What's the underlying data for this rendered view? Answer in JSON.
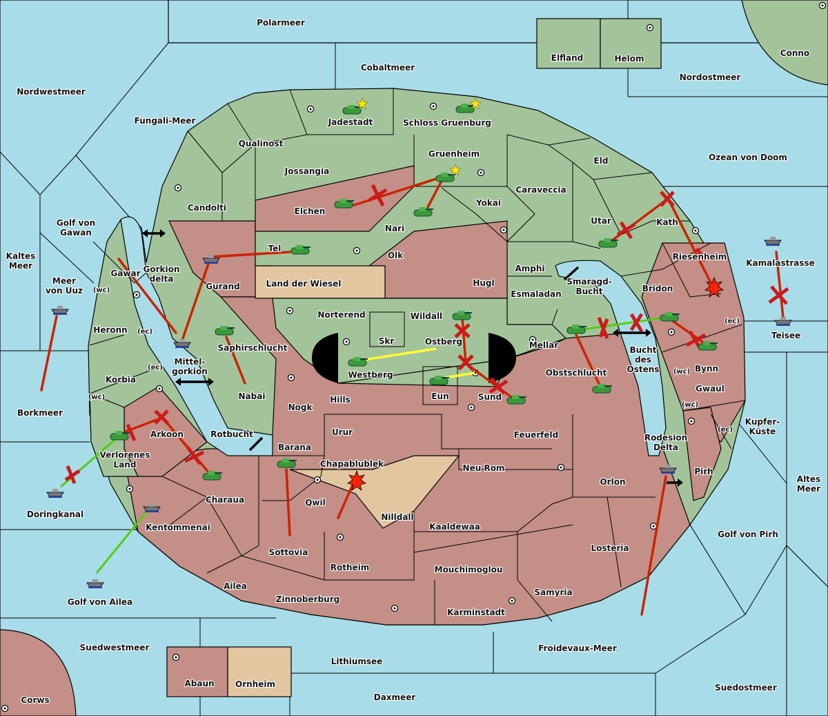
{
  "map": {
    "title": "Diplomacy-style world map",
    "colors": {
      "sea": "#a8dce8",
      "power_green": "#a3c49a",
      "power_red": "#c38f87",
      "neutral_tan": "#e1c69f",
      "order_red": "#cc2200",
      "order_green_support": "#55cc11",
      "order_yellow": "#ffff33"
    },
    "sea_labels": {
      "polarmeer": "Polarmeer",
      "cobaltmeer": "Cobaltmeer",
      "nordwestmeer": "Nordwestmeer",
      "fungali": "Fungali-Meer",
      "nordostmeer": "Nordostmeer",
      "ozean": "Ozean von Doom",
      "golf_gawan": "Golf von Gawan",
      "kaltes": "Kaltes Meer",
      "meer_uuz": "Meer von Uuz",
      "gorkion_delta": "Gorkion delta",
      "mittelgorkion": "Mittel-gorkion",
      "borkmeer": "Borkmeer",
      "rotbucht": "Rotbucht",
      "smaragd": "Smaragd-Bucht",
      "bucht_ostens": "Bucht des Ostens",
      "kamalastrasse": "Kamalastrasse",
      "kupfer": "Kupfer-Küste",
      "altes": "Altes Meer",
      "rodesion": "Rodesion Delta",
      "golf_pirh": "Golf von Pirh",
      "doringkanal": "Doringkanal",
      "golf_ailea": "Golf von Ailea",
      "suedwestmeer": "Suedwestmeer",
      "lithiumsee": "Lithiumsee",
      "daxmeer": "Daxmeer",
      "froidevaux": "Froidevaux-Meer",
      "suedostmeer": "Suedostmeer"
    },
    "land_labels": {
      "elfland": "Elfland",
      "helom": "Helom",
      "conno": "Conno",
      "jadestadt": "Jadestadt",
      "schloss": "Schloss Gruenburg",
      "qualinost": "Qualinost",
      "jossangia": "Jossangia",
      "candolti": "Candolti",
      "gruenheim": "Gruenheim",
      "eld": "Eld",
      "caraveccia": "Caraveccia",
      "yokai": "Yokai",
      "elchen": "Elchen",
      "nari": "Nari",
      "utar": "Utar",
      "kath": "Kath",
      "tel": "Tel",
      "olk": "Olk",
      "amphi": "Amphi",
      "riesenheim": "Riesenheim",
      "gawar": "Gawar",
      "gurand": "Gurand",
      "land_wiesel": "Land der Wiesel",
      "hugl": "Hugl",
      "esmaladan": "Esmaladan",
      "bridon": "Bridon",
      "heronn": "Heronn",
      "norterend": "Norterend",
      "wildall": "Wildall",
      "skr": "Skr",
      "ostberg": "Ostberg",
      "mellar": "Mellar",
      "saphirschlucht": "Saphirschlucht",
      "westberg": "Westberg",
      "bynn": "Bynn",
      "teisee": "Teisee",
      "korbia": "Korbia",
      "nabai": "Nabai",
      "hills": "Hills",
      "eun": "Eun",
      "sund": "Sund",
      "obstschlucht": "Obstschlucht",
      "gwaul": "Gwaul",
      "nogk": "Nogk",
      "arkoon": "Arkoon",
      "urur": "Urur",
      "feuerfeld": "Feuerfeld",
      "verlorenes": "Verlorenes Land",
      "barana": "Barana",
      "chapablublek": "Chapablublek",
      "neu_rom": "Neu Rom",
      "orlon": "Orlon",
      "pirh": "Pirh",
      "charaua": "Charaua",
      "qwil": "Qwil",
      "nilldall": "Nilldall",
      "kaaldewaa": "Kaaldewaa",
      "kentommenai": "Kentommenai",
      "sottovia": "Sottovia",
      "losteria": "Losteria",
      "rotheim": "Rotheim",
      "mouchimoglou": "Mouchimoglou",
      "ailea": "Ailea",
      "samyria": "Samyria",
      "zinnoberburg": "Zinnoberburg",
      "karminstadt": "Karminstadt",
      "abaun": "Abaun",
      "ornheim": "Ornheim",
      "corws": "Corws"
    },
    "coast_tags": {
      "wc": "(wc)",
      "ec": "(ec)"
    }
  }
}
